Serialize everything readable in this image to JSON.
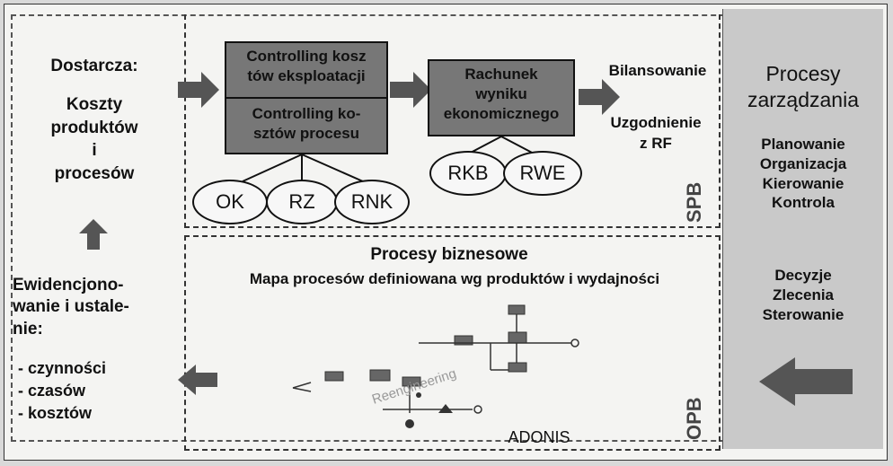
{
  "left": {
    "dostarcza": "Dostarcza:",
    "koszty": [
      "Koszty",
      "produktów",
      "i",
      "procesów"
    ],
    "ewid": [
      "Ewidencjono-",
      "wanie i ustale-",
      "nie:"
    ],
    "items": [
      "- czynności",
      "- czasów",
      "- kosztów"
    ]
  },
  "boxes": {
    "eksploatacji": [
      "Controlling kosz",
      "tów eksploatacji"
    ],
    "procesu": [
      "Controlling ko-",
      "sztów procesu"
    ],
    "rachunek": [
      "Rachunek",
      "wyniku",
      "ekonomicznego"
    ]
  },
  "ellipses": {
    "ok": "OK",
    "rz": "RZ",
    "rnk": "RNK",
    "rkb": "RKB",
    "rwe": "RWE"
  },
  "bilans": {
    "bilansowanie": "Bilansowanie",
    "uzgodnienie": [
      "Uzgodnienie",
      "z RF"
    ]
  },
  "spb": "SPB",
  "opb": "OPB",
  "business": {
    "title": "Procesy biznesowe",
    "subtitle": "Mapa procesów definiowana wg produktów i wydajności",
    "adonis": "ADONIS",
    "watermark": "Reengineering"
  },
  "right": {
    "title": [
      "Procesy",
      "zarządzania"
    ],
    "functions": [
      "Planowanie",
      "Organizacja",
      "Kierowanie",
      "Kontrola"
    ],
    "decisions": [
      "Decyzje",
      "Zlecenia",
      "Sterowanie"
    ]
  },
  "colors": {
    "arrow": "#555555",
    "box": "#777777",
    "panel": "#c9c9c9"
  }
}
